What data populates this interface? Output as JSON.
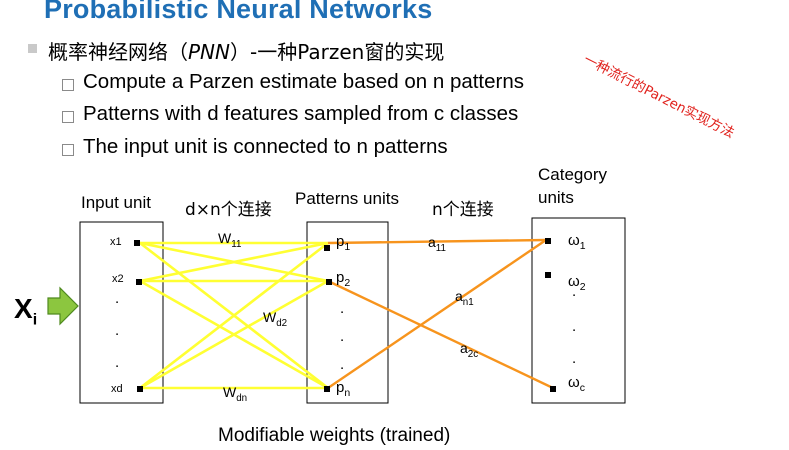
{
  "slide": {
    "title": "Probabilistic Neural Networks",
    "annotation": "一种流行的Parzen实现方法",
    "bullet": {
      "prefix": "概率神经网络（",
      "italic": "PNN",
      "suffix": "）-一种Parzen窗的实现"
    },
    "sub_bullets": [
      "Compute a Parzen estimate based on n patterns",
      "Patterns with d features sampled from c classes",
      "The input unit is connected to n patterns"
    ]
  },
  "diagram": {
    "headers": {
      "input_unit": "Input unit",
      "dxn": "d×n个连接",
      "patterns_units": "Patterns units",
      "n_conn": "n个连接",
      "category_line1": "Category",
      "category_line2": "units"
    },
    "input_nodes": [
      "x1",
      "x2",
      ".",
      ".",
      ".",
      "xd"
    ],
    "pattern_nodes": {
      "p1": {
        "base": "p",
        "sub": "1"
      },
      "p2": {
        "base": "p",
        "sub": "2"
      },
      "pn": {
        "base": "p",
        "sub": "n"
      },
      "dots": [
        ".",
        ".",
        "."
      ]
    },
    "category_nodes": {
      "w1": {
        "base": "ω",
        "sub": "1"
      },
      "w2": {
        "base": "ω",
        "sub": "2"
      },
      "wc": {
        "base": "ω",
        "sub": "c"
      },
      "dots": [
        ".",
        ".",
        "."
      ]
    },
    "weights": {
      "w11": {
        "base": "W",
        "sub": "11"
      },
      "wd2": {
        "base": "W",
        "sub": "d2"
      },
      "wdn": {
        "base": "W",
        "sub": "dn"
      },
      "a11": {
        "base": "a",
        "sub": "11"
      },
      "an1": {
        "base": "a",
        "sub": "n1"
      },
      "a2c": {
        "base": "a",
        "sub": "2c"
      }
    },
    "input_vector": {
      "base": "X",
      "sub": "i"
    },
    "footer": "Modifiable weights (trained)",
    "colors": {
      "input_to_pattern": "#ffff33",
      "pattern_to_category": "#f7941d",
      "arrow_fill": "#8cc63f"
    }
  }
}
